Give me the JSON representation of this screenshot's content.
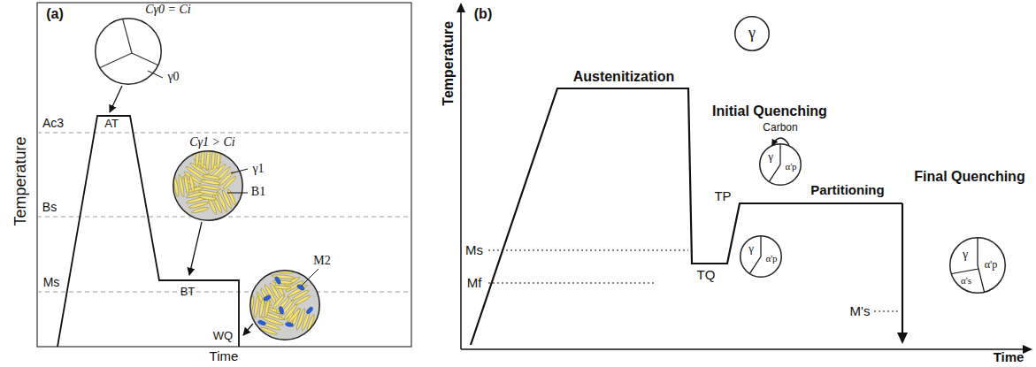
{
  "diagram": {
    "nodes": [
      {
        "text": [
          "Cγ0 = Ci",
          "γ0"
        ]
      },
      {
        "text": [
          "Cγ1 > Ci",
          "γ1",
          "B1"
        ]
      },
      {
        "text": [
          "M2"
        ]
      },
      {
        "text": [
          "γ"
        ]
      },
      {
        "text": [
          "γ",
          "α'p"
        ]
      },
      {
        "text": [
          "Carbon",
          "γ",
          "α'p"
        ]
      },
      {
        "text": [
          "γ",
          "α'p",
          "α's"
        ]
      }
    ],
    "labels": [
      "(a)",
      "Temperature",
      "Ac3",
      "Bs",
      "Ms",
      "AT",
      "BT",
      "WQ",
      "Time",
      "(b)",
      "Temperature",
      "Austenitization",
      "Initial Quenching",
      "Partitioning",
      "Final Quenching",
      "Ms",
      "Mf",
      "TQ",
      "TP",
      "M's",
      "Time"
    ]
  }
}
